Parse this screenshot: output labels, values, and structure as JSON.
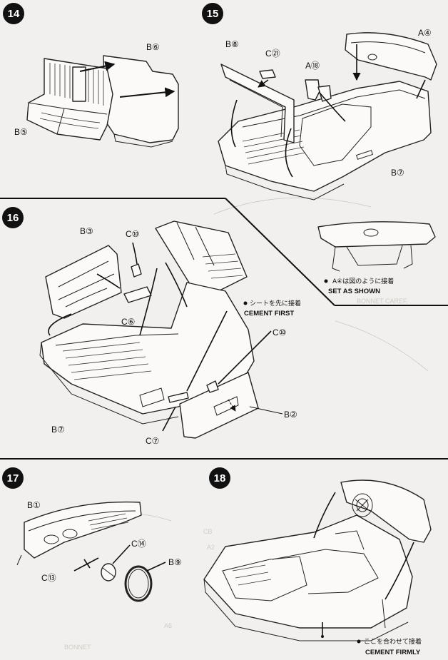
{
  "steps": {
    "s14": {
      "number": "14",
      "labels": {
        "b6": "B⑥",
        "b5": "B⑤"
      }
    },
    "s15": {
      "number": "15",
      "labels": {
        "b8": "B⑧",
        "c21": "C㉑",
        "a18": "A⑱",
        "a4": "A④",
        "b7": "B⑦"
      }
    },
    "s16": {
      "number": "16",
      "labels": {
        "b3": "B③",
        "c10a": "C⑩",
        "c6": "C⑥",
        "c10b": "C⑩",
        "b2": "B②",
        "c7": "C⑦",
        "b7": "B⑦"
      },
      "note_jp": "シートを先に接着",
      "note_en": "CEMENT FIRST"
    },
    "s17": {
      "number": "17",
      "labels": {
        "b1": "B①",
        "c14": "C⑭",
        "b9": "B⑨",
        "c13": "C⑬"
      }
    },
    "s18": {
      "number": "18",
      "note_jp": "ここを合わせて接着",
      "note_en": "CEMENT FIRMLY"
    }
  },
  "detail_a4": {
    "note_jp": "A④は図のように接着",
    "note_en": "SET AS SHOWN"
  }
}
